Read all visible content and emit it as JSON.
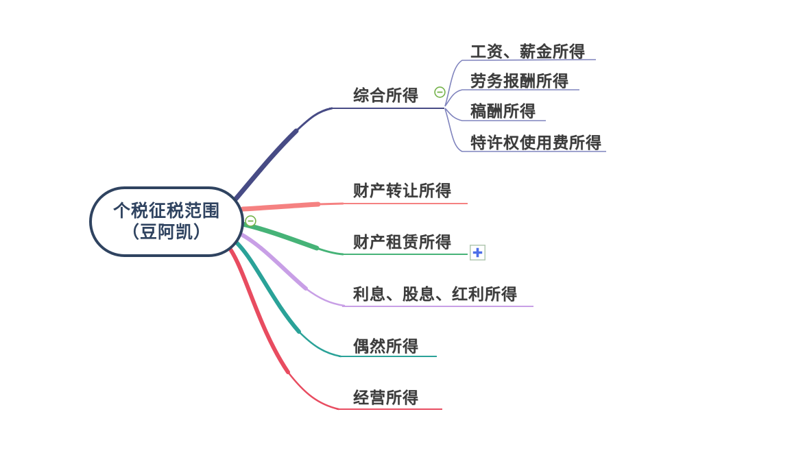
{
  "canvas": {
    "background": "#ffffff"
  },
  "mindmap": {
    "root": {
      "line1": "个税征税范围",
      "line2": "（豆阿凯）",
      "border_color": "#2f4360",
      "text_color": "#2f4360"
    },
    "topic_text_color": "#3b3b3b",
    "connector_child_color": "#7f83bd",
    "collapse_icon_color": "#74b24a",
    "add_button": {
      "border_color": "#b2c8b2",
      "plus_color": "#4d6ee8"
    },
    "branches": [
      {
        "label": "综合所得",
        "color": "#474b85",
        "children": [
          {
            "label": "工资、薪金所得"
          },
          {
            "label": "劳务报酬所得"
          },
          {
            "label": "稿酬所得"
          },
          {
            "label": "特许权使用费所得"
          }
        ]
      },
      {
        "label": "财产转让所得",
        "color": "#f58181",
        "children": []
      },
      {
        "label": "财产租赁所得",
        "color": "#46b377",
        "children": []
      },
      {
        "label": "利息、股息、红利所得",
        "color": "#c89fe6",
        "children": []
      },
      {
        "label": "偶然所得",
        "color": "#2aa298",
        "children": []
      },
      {
        "label": "经营所得",
        "color": "#e84c60",
        "children": []
      }
    ]
  }
}
